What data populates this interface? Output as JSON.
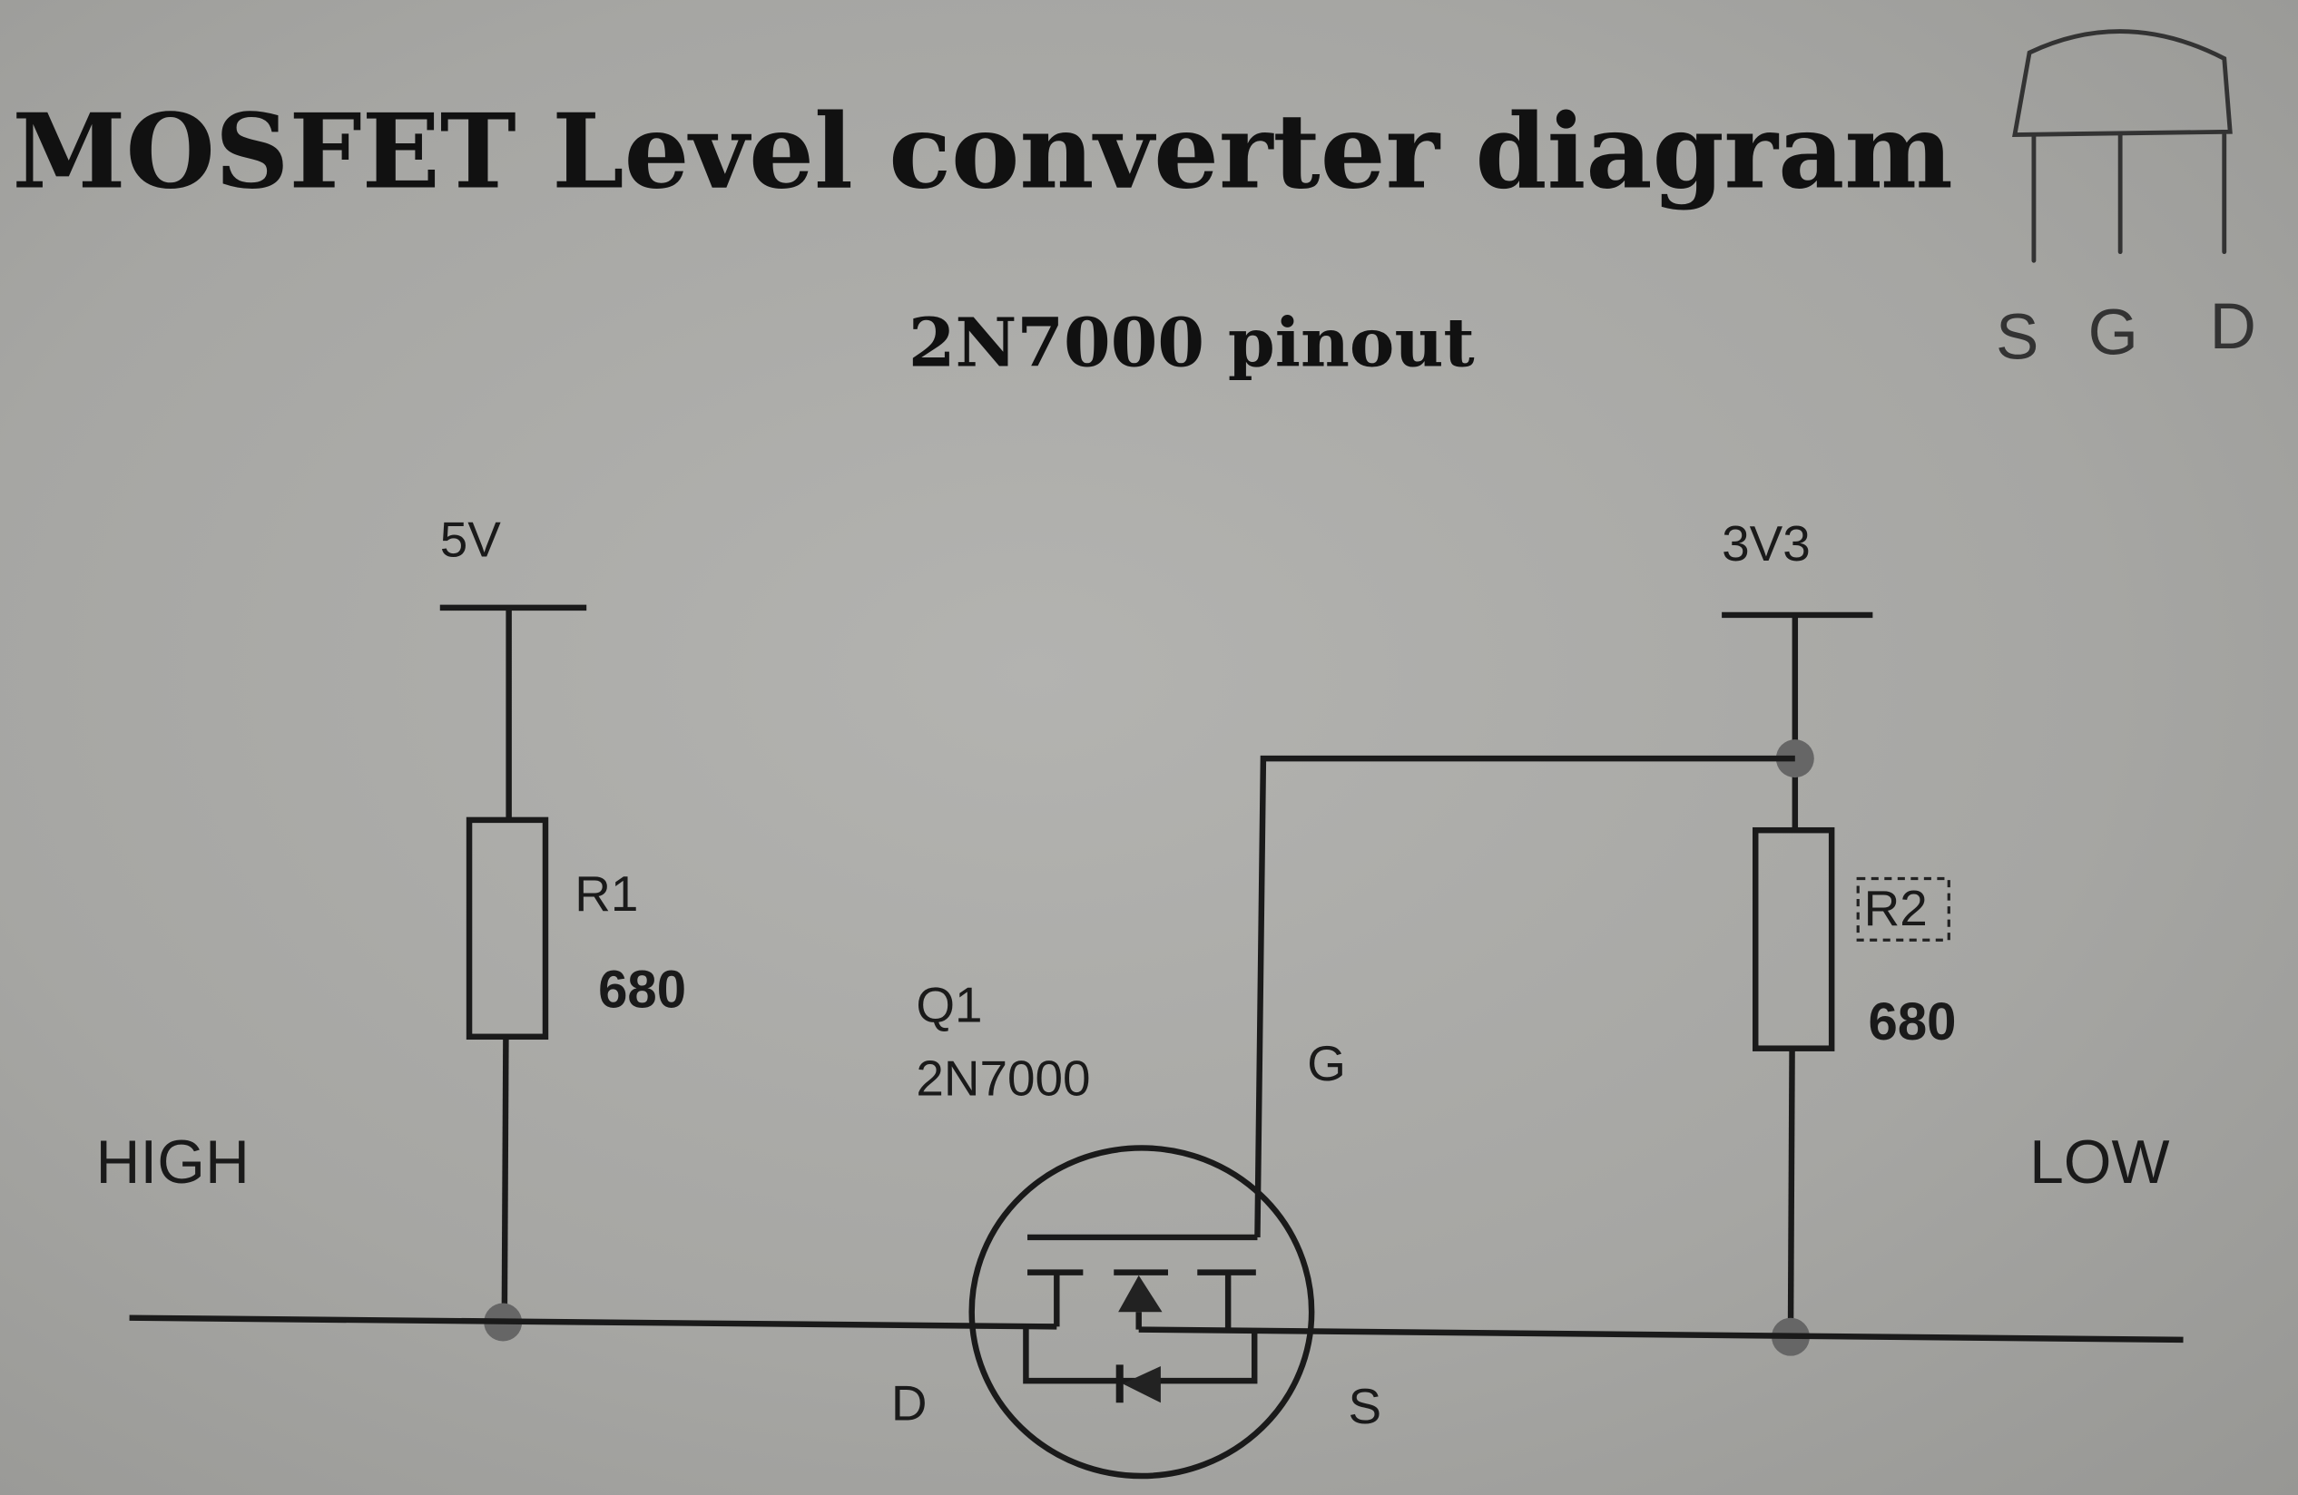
{
  "title": "MOSFET Level converter diagram",
  "pinout": {
    "heading": "2N7000 pinout",
    "pins": [
      "S",
      "G",
      "D"
    ]
  },
  "circuit": {
    "high_supply": "5V",
    "low_supply": "3V3",
    "r1": {
      "name": "R1",
      "value": "680"
    },
    "r2": {
      "name": "R2",
      "value": "680"
    },
    "q1": {
      "name": "Q1",
      "part": "2N7000"
    },
    "gate_label": "G",
    "drain_label": "D",
    "source_label": "S",
    "high_side_label": "HIGH",
    "low_side_label": "LOW"
  }
}
